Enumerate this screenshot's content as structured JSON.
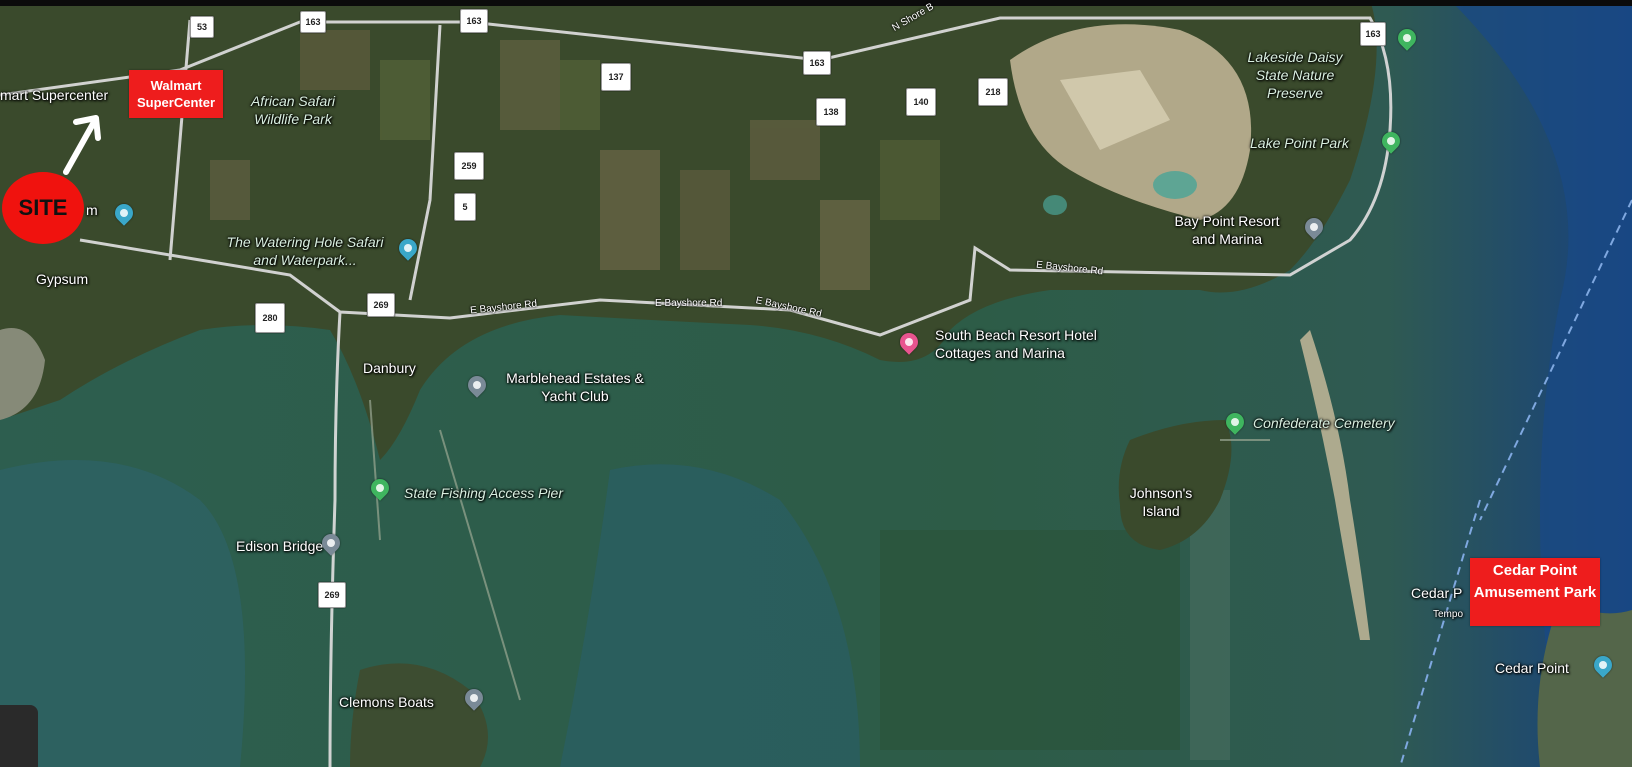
{
  "colors": {
    "callout": "#ee1d1d",
    "site": "#f0120e",
    "park_pin": "#3fb55f",
    "poi_pin": "#7a8a97",
    "hotel_pin": "#e8548f",
    "water_pin": "#3aa7c9"
  },
  "callouts": {
    "site": "SITE",
    "walmart": "Walmart SuperCenter",
    "cedar_point": "Cedar Point Amusement Park"
  },
  "places": {
    "walmart_supercenter": "mart Supercenter",
    "african_safari": "African Safari Wildlife Park",
    "watering_hole": "The Watering Hole Safari and Waterpark...",
    "gypsum": "Gypsum",
    "danbury": "Danbury",
    "marblehead_estates": "Marblehead Estates & Yacht Club",
    "state_fishing_pier": "State Fishing Access Pier",
    "edison_bridge": "Edison Bridge",
    "clemons_boats": "Clemons Boats",
    "south_beach": "South Beach Resort Hotel Cottages and Marina",
    "bay_point": "Bay Point Resort and Marina",
    "lakeside_daisy": "Lakeside Daisy State Nature Preserve",
    "lake_point_park": "Lake Point Park",
    "confederate_cemetery": "Confederate Cemetery",
    "johnsons_island": "Johnson's Island",
    "cedar_point_partial": "Cedar P",
    "cedar_point_temp": "Tempo",
    "cedar_point": "Cedar Point",
    "m_fragment": "m"
  },
  "roads": {
    "e_bayshore": "E Bayshore Rd",
    "n_shore": "N Shore B"
  },
  "shields": {
    "s53": "53",
    "s163a": "163",
    "s163b": "163",
    "s163c": "163",
    "s163d": "163",
    "s137": "137",
    "s138": "138",
    "s140": "140",
    "s218": "218",
    "s259": "259",
    "s5": "5",
    "s269a": "269",
    "s280": "280",
    "s269b": "269"
  },
  "icons": {
    "site": "site-marker",
    "pin": "map-pin-icon",
    "park": "park-pin-icon",
    "hotel": "hotel-pin-icon",
    "water": "water-park-pin-icon",
    "bridge": "bridge-pin-icon",
    "boat": "boat-shop-pin-icon"
  }
}
